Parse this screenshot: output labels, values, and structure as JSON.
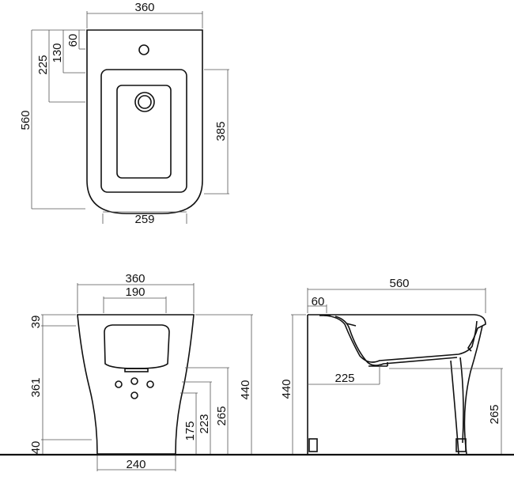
{
  "top_view": {
    "width": "360",
    "tap_offset": "60",
    "basin_offset": "130",
    "drain_offset": "225",
    "total_length": "560",
    "basin_length": "385",
    "front_width": "259"
  },
  "front_view": {
    "top_width": "360",
    "inner_width": "190",
    "rim_height": "39",
    "body_height": "361",
    "base_offset": "40",
    "pipe_175": "175",
    "pipe_223": "223",
    "pipe_265": "265",
    "total_height": "440",
    "base_width": "240"
  },
  "side_view": {
    "total_length": "560",
    "tap_offset": "60",
    "drain_offset": "225",
    "height": "440",
    "outlet_height": "265"
  }
}
